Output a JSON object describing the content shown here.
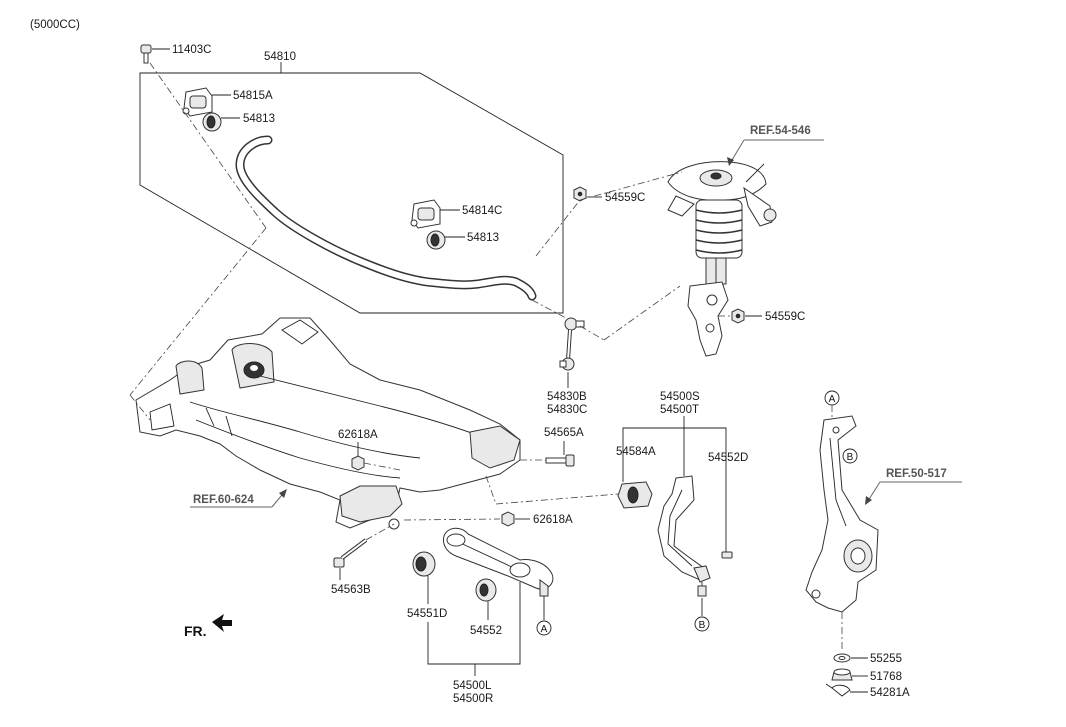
{
  "diagram": {
    "header": "(5000CC)",
    "front_label": "FR.",
    "labels": {
      "p11403C": "11403C",
      "p54810": "54810",
      "p54815A": "54815A",
      "p54813a": "54813",
      "p54814C": "54814C",
      "p54813b": "54813",
      "p54559C_top": "54559C",
      "p54559C_bottom": "54559C",
      "p54830B": "54830B",
      "p54830C": "54830C",
      "p54500S": "54500S",
      "p54500T": "54500T",
      "p54584A": "54584A",
      "p54552D": "54552D",
      "p54565A": "54565A",
      "p62618A_top": "62618A",
      "p62618A_bottom": "62618A",
      "p54563B": "54563B",
      "p54551D": "54551D",
      "p54552": "54552",
      "p54500L": "54500L",
      "p54500R": "54500R",
      "p55255": "55255",
      "p51768": "51768",
      "p54281A": "54281A"
    },
    "refs": {
      "strut": "REF.54-546",
      "subframe": "REF.60-624",
      "knuckle": "REF.50-517"
    },
    "markers": {
      "a": "A",
      "b": "B"
    }
  }
}
